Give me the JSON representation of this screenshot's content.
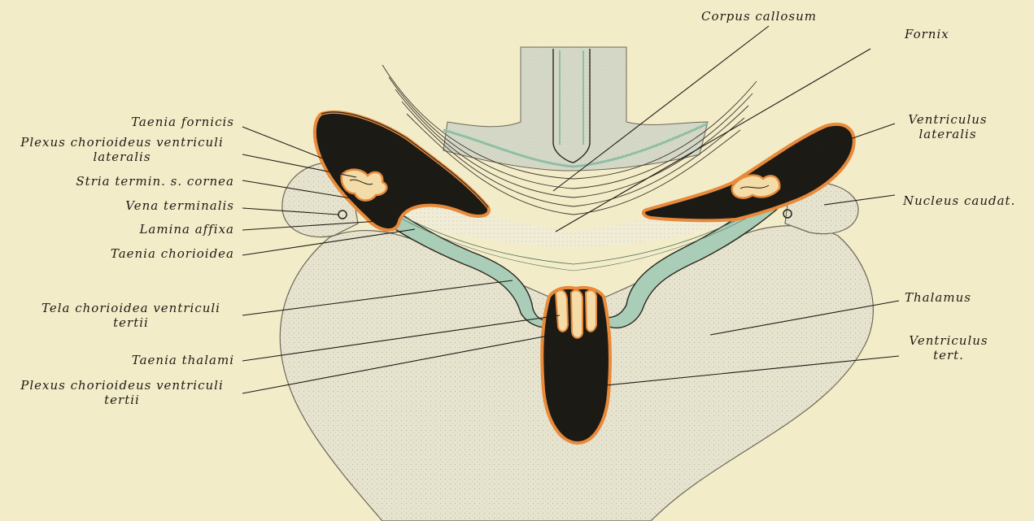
{
  "labels": {
    "corpus_callosum": "Corpus callosum",
    "fornix": "Fornix",
    "ventriculus_lateralis_1": "Ventriculus",
    "ventriculus_lateralis_2": "lateralis",
    "nucleus_caudat": "Nucleus caudat.",
    "thalamus": "Thalamus",
    "ventriculus_tert_1": "Ventriculus",
    "ventriculus_tert_2": "tert.",
    "taenia_fornicis": "Taenia fornicis",
    "plexus_lat_1": "Plexus chorioideus ventriculi",
    "plexus_lat_2": "lateralis",
    "stria_termin": "Stria termin. s. cornea",
    "vena_terminalis": "Vena terminalis",
    "lamina_affixa": "Lamina affixa",
    "taenia_chorioidea": "Taenia chorioidea",
    "tela_1": "Tela chorioidea ventriculi",
    "tela_2": "tertii",
    "taenia_thalami": "Taenia thalami",
    "plexus_tert_1": "Plexus chorioideus ventriculi",
    "plexus_tert_2": "tertii"
  },
  "colors": {
    "background": "#f3ecc9",
    "tissue": "#e6e3cf",
    "ventricle": "#1c1a15",
    "ependyma": "#e88a3a",
    "tela": "#a9cdb6",
    "outline": "#2a2620"
  }
}
